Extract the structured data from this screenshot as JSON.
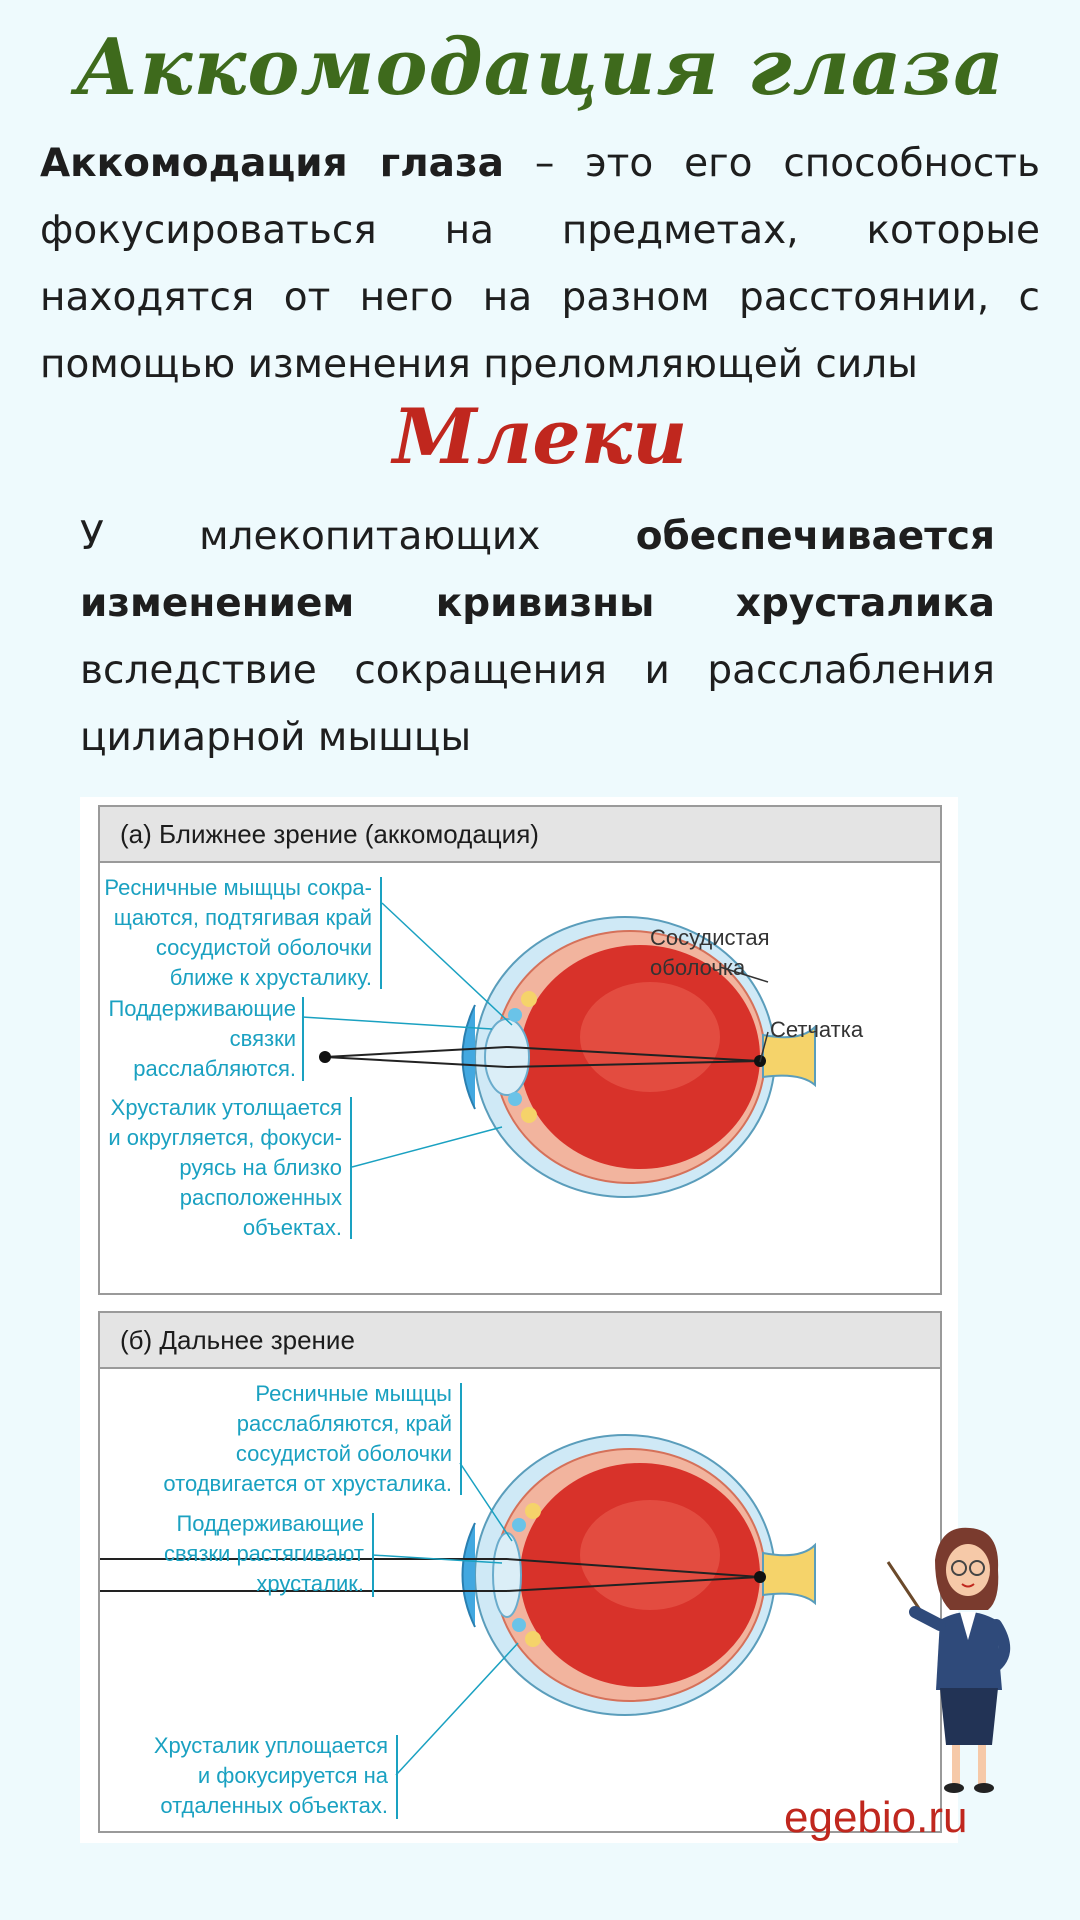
{
  "title": "Аккомодация глаза",
  "intro": {
    "bold": "Аккомодация глаза",
    "text": " – это его способность фокусироваться на предметах, которые находятся от него на разном расстоянии, с помощью изменения преломляющей силы"
  },
  "subtitle": "Млеки",
  "paragraph": {
    "lead": "У млекопитающих ",
    "bold": "обеспечивается изменением кривизны хрусталика",
    "rest": " вследствие сокращения и расслабления цилиарной мышцы"
  },
  "figure": {
    "panel_a": {
      "header": "(а) Ближнее зрение (аккомодация)",
      "label_1": [
        "Ресничные мыщцы сокра-",
        "щаются, подтягивая край",
        "сосудистой оболочки",
        "ближе к хрусталику."
      ],
      "label_2": [
        "Поддерживающие",
        "связки",
        "расслабляются."
      ],
      "label_3": [
        "Хрусталик утолщается",
        "и округляется, фокуси-",
        "руясь на близко",
        "расположенных",
        "объектах."
      ],
      "label_choroid": [
        "Сосудистая",
        "оболочка"
      ],
      "label_retina": "Сетчатка"
    },
    "panel_b": {
      "header": "(б) Дальнее зрение",
      "label_1": [
        "Ресничные мыщцы",
        "расслабляются, край",
        "сосудистой оболочки",
        "отодвигается от хрусталика."
      ],
      "label_2": [
        "Поддерживающие",
        "связки растягивают",
        "хрусталик."
      ],
      "label_3": [
        "Хрусталик уплощается",
        "и фокусируется на",
        "отдаленных объектах."
      ]
    }
  },
  "site": "egebio.ru",
  "colors": {
    "title": "#3e6a1c",
    "subtitle": "#c0271e",
    "label": "#1aa1c1",
    "background": "#eefafd"
  }
}
